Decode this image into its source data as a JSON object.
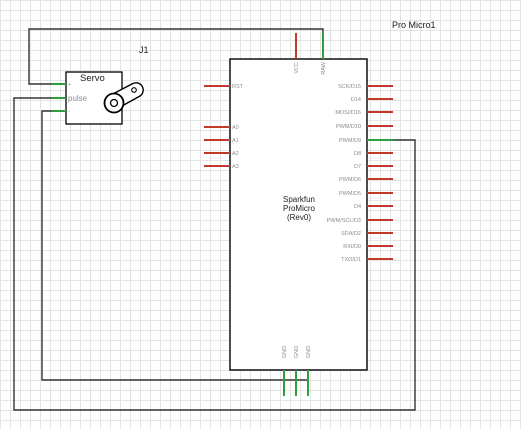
{
  "title": "",
  "colors": {
    "wire": "#333333",
    "pin_unconnected": "#c0392b",
    "pin_connected": "#2e9e3f",
    "body_stroke": "#000000",
    "grid": "#e4e4e4"
  },
  "servo": {
    "ref": "J1",
    "name": "Servo",
    "pins": [
      "+",
      "pulse",
      "-"
    ],
    "icon": "servo-horn-icon"
  },
  "promicro": {
    "ref": "Pro Micro1",
    "body_text": [
      "Sparkfun",
      "ProMicro",
      "(Rev0)"
    ],
    "top_pins": [
      "VCC",
      "RAW"
    ],
    "left_pins": [
      "RST",
      "A0",
      "A1",
      "A2",
      "A3"
    ],
    "right_pins": [
      "SCK/D15",
      "D14",
      "MOSI/D16",
      "PWM/D10",
      "PWM/D9",
      "D8",
      "D7",
      "PWM/D6",
      "PWM/D5",
      "D4",
      "PWM/SCL/D3",
      "SDA/D2",
      "RXI/D0",
      "TXO/D1"
    ],
    "bottom_pins": [
      "GND",
      "GND",
      "GND"
    ]
  }
}
